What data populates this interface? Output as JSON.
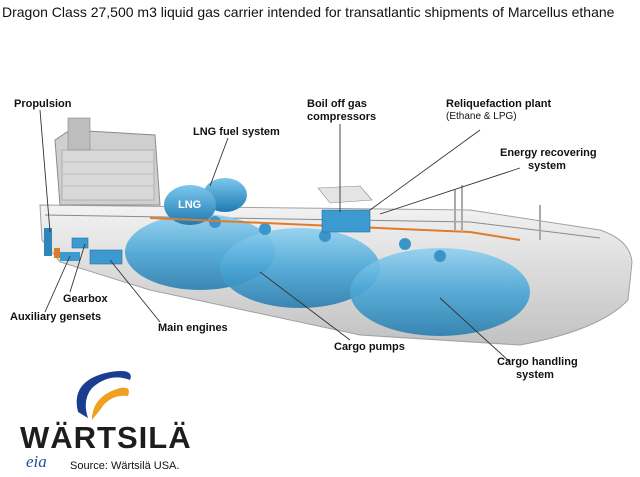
{
  "title": "Dragon Class 27,500 m3 liquid gas carrier intended for transatlantic shipments of Marcellus ethane",
  "labels": {
    "propulsion": "Propulsion",
    "lng_fuel": "LNG fuel system",
    "boiloff_1": "Boil off gas",
    "boiloff_2": "compressors",
    "reliq_1": "Reliquefaction plant",
    "reliq_2": "(Ethane & LPG)",
    "energy_1": "Energy recovering",
    "energy_2": "system",
    "gearbox": "Gearbox",
    "aux": "Auxiliary gensets",
    "main_engines": "Main engines",
    "cargo_pumps": "Cargo pumps",
    "cargo_handling_1": "Cargo handling",
    "cargo_handling_2": "system",
    "lng_tank_text": "LNG"
  },
  "logo": {
    "brand": "WÄRTSILÄ",
    "agency": "eia"
  },
  "source": "Source:  Wärtsilä USA.",
  "colors": {
    "tank_blue": "#4aa6d6",
    "hull_grey": "#d9d9d9",
    "pipe_orange": "#e07b2a",
    "logo_blue": "#1a3d8f",
    "logo_orange": "#f0a020"
  }
}
